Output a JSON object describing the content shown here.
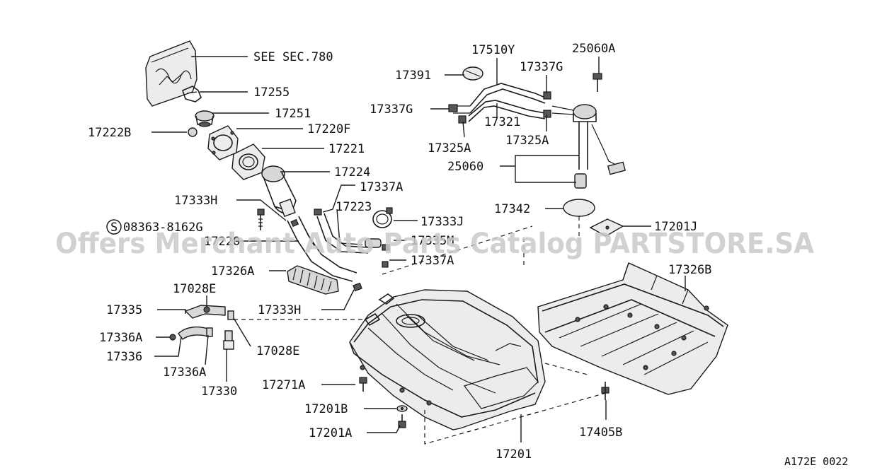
{
  "labels": {
    "see_sec": "SEE SEC.780",
    "p17255": "17255",
    "p17251": "17251",
    "p17222B": "17222B",
    "p17220F": "17220F",
    "p17221": "17221",
    "p17224": "17224",
    "p17333H_top": "17333H",
    "p17337A_top": "17337A",
    "p17223": "17223",
    "p17333J": "17333J",
    "p17335M": "17335M",
    "p08363": "08363-8162G",
    "p17220": "17220",
    "p17337A_mid": "17337A",
    "p17326A": "17326A",
    "p17028E_top": "17028E",
    "p17333H_bot": "17333H",
    "p17335": "17335",
    "p17336A_left": "17336A",
    "p17336": "17336",
    "p17336A_bot": "17336A",
    "p17330": "17330",
    "p17028E_bot": "17028E",
    "p17271A": "17271A",
    "p17201B": "17201B",
    "p17201A": "17201A",
    "p17201": "17201",
    "p17510Y": "17510Y",
    "p25060A": "25060A",
    "p17391": "17391",
    "p17337G_right": "17337G",
    "p17337G_left": "17337G",
    "p17321": "17321",
    "p17325A_right": "17325A",
    "p17325A_left": "17325A",
    "p25060": "25060",
    "p17342": "17342",
    "p17201J": "17201J",
    "p17326B": "17326B",
    "p17405B": "17405B"
  },
  "symbols": {
    "s_circle": "S"
  },
  "watermark": "Offers Merchant Auto Parts Catalog PARTSTORE.SA",
  "diagram_code": "A172E 0022"
}
